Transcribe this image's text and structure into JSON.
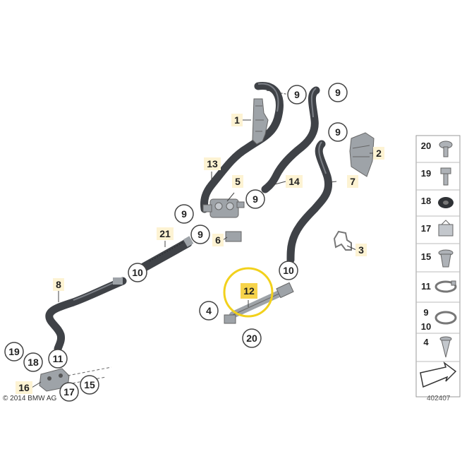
{
  "copyright": "© 2014 BMW AG",
  "diagram_number": "402407",
  "colors": {
    "hose": "#3f4247",
    "hose_highlight": "#7b7f86",
    "part_fill": "#9ea3a8",
    "callout_stroke": "#444444",
    "label_box": "#fdf3d3",
    "highlight_box": "#f6d34a",
    "highlight_ring": "#f2d11c"
  },
  "callouts": {
    "c9_top_left": "9",
    "c9_top_right": "9",
    "c9_right": "9",
    "c9_valve": "9",
    "c9_mid": "9",
    "c9_lower": "9",
    "c10_left": "10",
    "c10_right": "10",
    "c11": "11",
    "c15": "15",
    "c17": "17",
    "c18": "18",
    "c19": "19",
    "c20_bottom": "20",
    "c4": "4"
  },
  "labels": {
    "l1": "1",
    "l2": "2",
    "l3": "3",
    "l5": "5",
    "l6": "6",
    "l7": "7",
    "l8": "8",
    "l13": "13",
    "l14": "14",
    "l16": "16",
    "l21": "21"
  },
  "highlighted_part": "12",
  "legend": [
    {
      "label": "20",
      "icon": "torx-bolt-icon"
    },
    {
      "label": "19",
      "icon": "hex-bolt-icon"
    },
    {
      "label": "18",
      "icon": "grommet-icon"
    },
    {
      "label": "17",
      "icon": "bracket-clip-icon"
    },
    {
      "label": "15",
      "icon": "expanding-nut-icon"
    },
    {
      "label": "11",
      "icon": "spring-band-clamp-icon"
    },
    {
      "label": "9",
      "label2": "10",
      "icon": "hose-clamp-icon"
    },
    {
      "label": "4",
      "icon": "expanding-rivet-icon"
    },
    {
      "label": "",
      "icon": "direction-arrow-icon"
    }
  ]
}
